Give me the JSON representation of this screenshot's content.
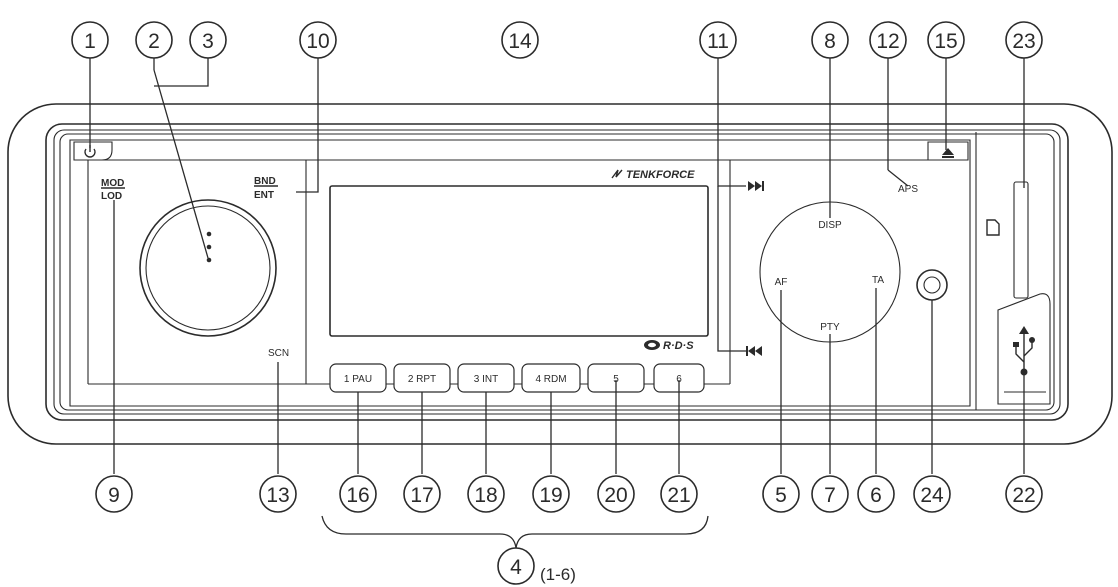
{
  "callouts": {
    "c1": "1",
    "c2": "2",
    "c3": "3",
    "c4": "4",
    "c5": "5",
    "c6": "6",
    "c7": "7",
    "c8": "8",
    "c9": "9",
    "c10": "10",
    "c11": "11",
    "c12": "12",
    "c13": "13",
    "c14": "14",
    "c15": "15",
    "c16": "16",
    "c17": "17",
    "c18": "18",
    "c19": "19",
    "c20": "20",
    "c21": "21",
    "c22": "22",
    "c23": "23",
    "c24": "24"
  },
  "callout4_range": "(1-6)",
  "panel_labels": {
    "mod": "MOD",
    "lod": "LOD",
    "bnd": "BND",
    "ent": "ENT",
    "scn": "SCN",
    "brand": "TENKFORCE",
    "rds": "R·D·S",
    "disp": "DISP",
    "af": "AF",
    "ta": "TA",
    "pty": "PTY",
    "aps": "APS"
  },
  "preset_buttons": [
    "1 PAU",
    "2 RPT",
    "3 INT",
    "4 RDM",
    "5",
    "6"
  ],
  "icons": {
    "power": "power-icon",
    "eject": "eject-icon",
    "next": "skip-next-icon",
    "prev": "skip-previous-icon",
    "sd": "sd-card-icon",
    "usb": "usb-icon",
    "rds": "rds-logo-icon"
  }
}
